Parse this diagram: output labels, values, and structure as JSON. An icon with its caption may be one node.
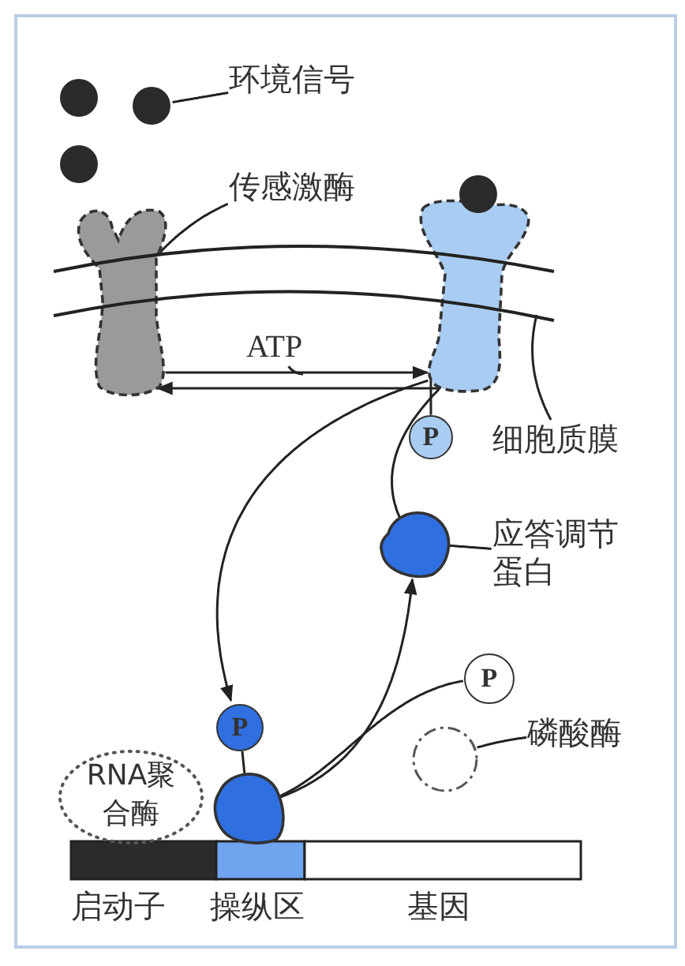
{
  "diagram": {
    "nodes": [
      {
        "text": [
          "环境信号"
        ]
      },
      {
        "text": [],
        "shape": "circle"
      },
      {
        "text": [
          "传感激酶"
        ]
      },
      {
        "text": [],
        "shape": "blob"
      },
      {
        "text": [],
        "shape": "blob"
      },
      {
        "text": [
          "P"
        ]
      },
      {
        "text": [
          "细胞质膜"
        ]
      },
      {
        "text": [],
        "shape": "blob"
      },
      {
        "text": [
          "应答调节蛋白"
        ]
      },
      {
        "text": [
          "P"
        ]
      },
      {
        "text": [
          "磷酸酶"
        ]
      },
      {
        "text": [],
        "shape": "circle"
      },
      {
        "text": [
          "P"
        ]
      },
      {
        "text": [],
        "shape": "blob"
      },
      {
        "text": [
          "RNA聚合酶"
        ]
      },
      {
        "text": [],
        "shape": "membrane"
      },
      {
        "text": [],
        "shape": "circle"
      },
      {
        "text": [],
        "shape": "circle"
      },
      {
        "text": [],
        "shape": "circle"
      },
      {
        "text": [
          "ATP"
        ]
      }
    ],
    "edges": [
      {
        "from": 0,
        "to": 1,
        "arrow": "none"
      },
      {
        "from": 2,
        "to": 3,
        "arrow": "none"
      },
      {
        "from": 6,
        "to": 15,
        "arrow": "none"
      },
      {
        "from": 4,
        "to": 5,
        "arrow": "none"
      },
      {
        "from": 8,
        "to": 7,
        "arrow": "none"
      },
      {
        "from": 10,
        "to": 11,
        "arrow": "none"
      },
      {
        "from": 3,
        "to": 4,
        "arrow": "to"
      },
      {
        "from": 4,
        "to": 3,
        "arrow": "to"
      },
      {
        "from": 4,
        "to": 12,
        "arrow": "to"
      },
      {
        "from": 7,
        "to": 4,
        "arrow": "none"
      },
      {
        "from": 13,
        "to": 7,
        "arrow": "to"
      },
      {
        "from": 13,
        "to": 9,
        "arrow": "none"
      },
      {
        "from": 12,
        "to": 13,
        "arrow": "none"
      },
      {
        "from": 19,
        "to": null,
        "arrow": "none"
      }
    ],
    "labels": [
      "启动子",
      "操纵区",
      "基因"
    ]
  }
}
